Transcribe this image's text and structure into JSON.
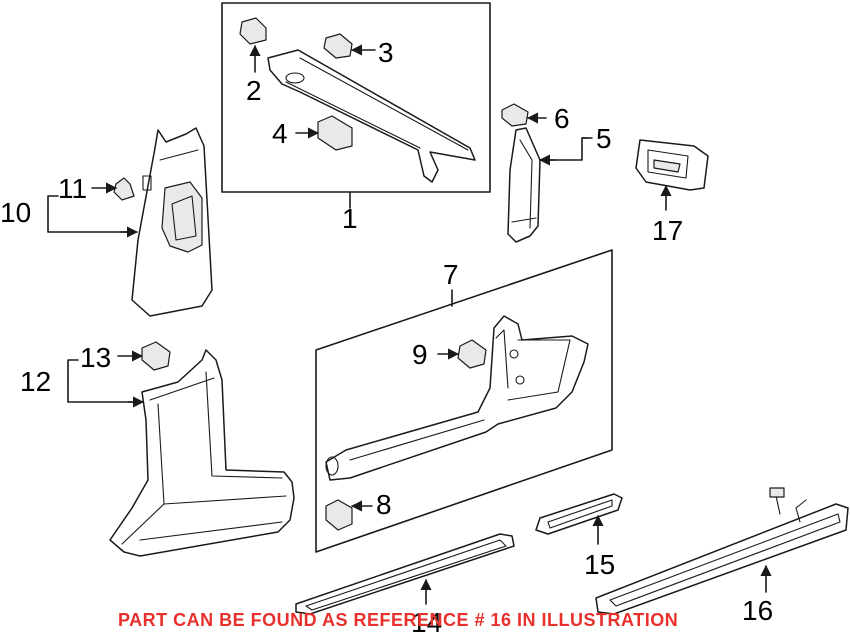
{
  "callouts": {
    "c1": "1",
    "c2": "2",
    "c3": "3",
    "c4": "4",
    "c5": "5",
    "c6": "6",
    "c7": "7",
    "c8": "8",
    "c9": "9",
    "c10": "10",
    "c11": "11",
    "c12": "12",
    "c13": "13",
    "c14": "14",
    "c15": "15",
    "c16": "16",
    "c17": "17"
  },
  "notice": "PART CAN BE FOUND AS REFERENCE # 16 IN ILLUSTRATION",
  "colors": {
    "notice": "#e8302c",
    "line": "#1a1a1a",
    "background": "#ffffff"
  }
}
